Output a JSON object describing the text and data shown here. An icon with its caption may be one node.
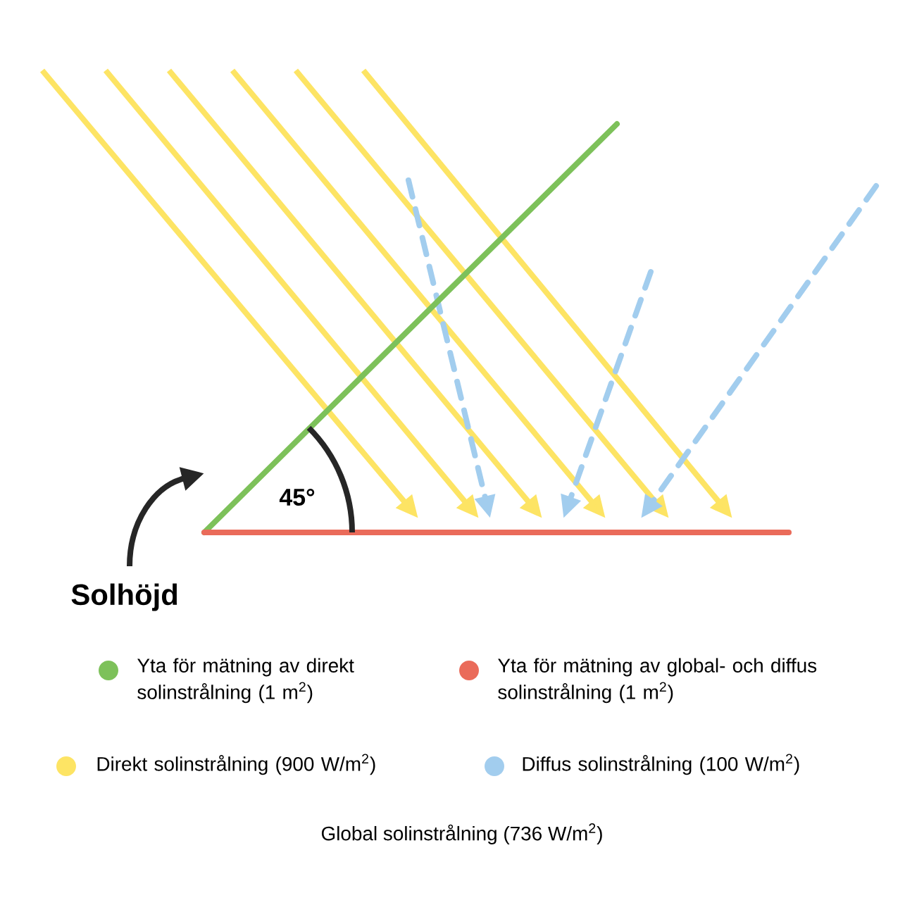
{
  "diagram": {
    "labels": [
      "45°",
      "Solhöjd",
      "Global solinstrålning (736 W/m$^{2}$)"
    ],
    "legend": [
      {
        "text": "Yta för mätning av direkt solinstrålning (1 m$^{2}$)",
        "color": "#7dc15a"
      },
      {
        "text": "Yta för mätning av global- och diffus solinstrålning (1 m$^{2}$)",
        "color": "#ea6b5a"
      },
      {
        "text": "Direkt solinstrålning (900 W/m$^{2}$)",
        "color": "#fde464"
      },
      {
        "text": "Diffus solinstrålning (100 W/m$^{2}$)",
        "color": "#a2cdee"
      }
    ]
  }
}
